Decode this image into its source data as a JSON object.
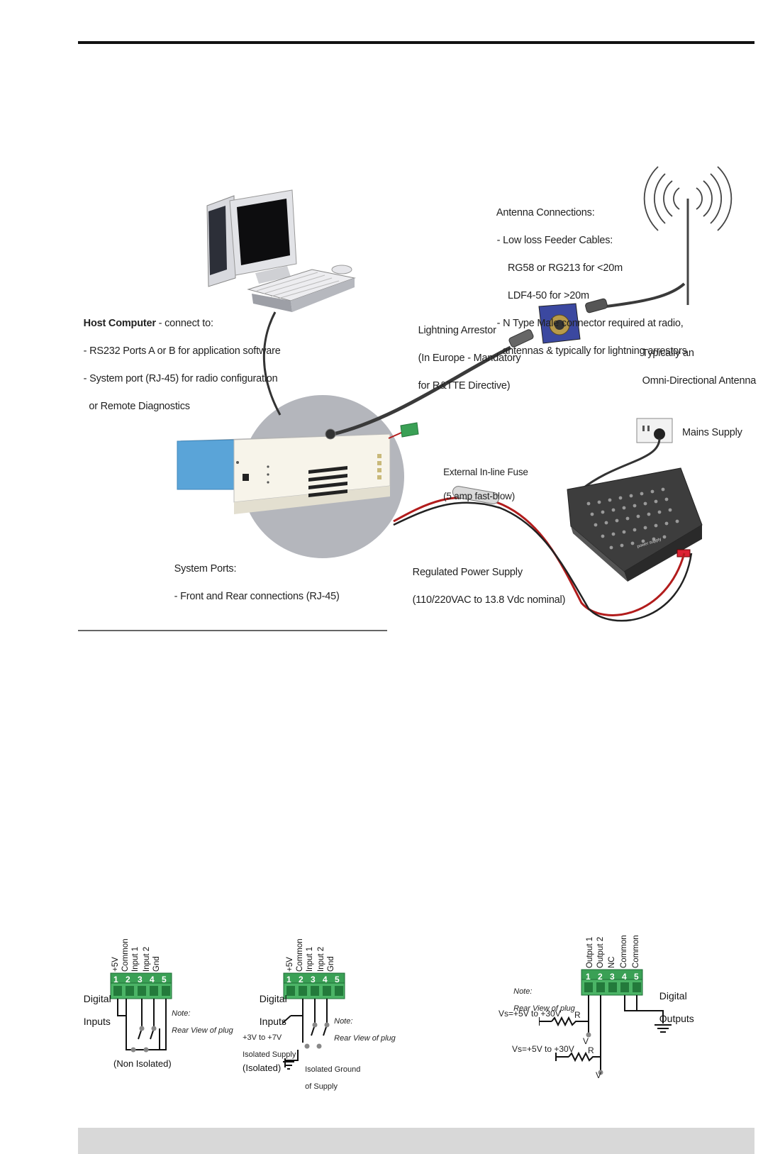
{
  "main_diagram": {
    "host_computer": {
      "bold": "Host Computer",
      "rest": " - connect to:",
      "line1": "- RS232 Ports A or B for application software",
      "line2": "- System port (RJ-45) for radio configuration",
      "line3": "  or Remote Diagnostics"
    },
    "antenna_connections": {
      "title": "Antenna Connections:",
      "line1": "- Low loss Feeder Cables:",
      "line2": "    RG58 or RG213 for <20m",
      "line3": "    LDF4-50 for >20m",
      "line4": "- N Type Male connector required at radio,",
      "line5": "  antennas & typically for lightning arrestors"
    },
    "lightning_arrestor": {
      "line1": "Lightning Arrestor",
      "line2": "(In Europe - Mandatory",
      "line3": "for R&TTE Directive)"
    },
    "antenna_type": {
      "line1": "Typically an",
      "line2": "Omni-Directional Antenna"
    },
    "mains_supply": "Mains Supply",
    "fuse": {
      "line1": "External In-line Fuse",
      "line2": "(5 amp fast-blow)"
    },
    "system_ports": {
      "line1": "System Ports:",
      "line2": "- Front and Rear connections (RJ-45)"
    },
    "power_supply": {
      "line1": "Regulated Power Supply",
      "line2": "(110/220VAC to 13.8 Vdc nominal)"
    },
    "psu_label": "power supply"
  },
  "digital_inputs_non_isolated": {
    "title_line1": "Digital",
    "title_line2": "Inputs",
    "pins": [
      "+5V",
      "Common",
      "Input 1",
      "Input 2",
      "Gnd"
    ],
    "pin_numbers": [
      "1",
      "2",
      "3",
      "4",
      "5"
    ],
    "note_line1": "Note:",
    "note_line2": "Rear View of plug",
    "caption": "(Non Isolated)"
  },
  "digital_inputs_isolated": {
    "title_line1": "Digital",
    "title_line2": "Inputs",
    "pins": [
      "+5V",
      "Common",
      "Input 1",
      "Input 2",
      "Gnd"
    ],
    "pin_numbers": [
      "1",
      "2",
      "3",
      "4",
      "5"
    ],
    "note_line1": "Note:",
    "note_line2": "Rear View of plug",
    "supply_line1": "+3V to +7V",
    "supply_line2": "Isolated Supply",
    "ground_line1": "Isolated Ground",
    "ground_line2": "of Supply",
    "caption": "(Isolated)"
  },
  "digital_outputs": {
    "title_line1": "Digital",
    "title_line2": "Outputs",
    "pins": [
      "Output 1",
      "Output 2",
      "NC",
      "Common",
      "Common"
    ],
    "pin_numbers": [
      "1",
      "2",
      "3",
      "4",
      "5"
    ],
    "note_line1": "Note:",
    "note_line2": "Rear View of plug",
    "vs1": "Vs=+5V to +30V",
    "vs2": "Vs=+5V to +30V",
    "r1": "R",
    "r2": "R",
    "v1": "V",
    "v2": "V"
  },
  "colors": {
    "radio_blue": "#5aa4d8",
    "connector_green": "#3aa055",
    "wire_red": "#b21c1c",
    "footer_grey": "#d8d8d8"
  }
}
